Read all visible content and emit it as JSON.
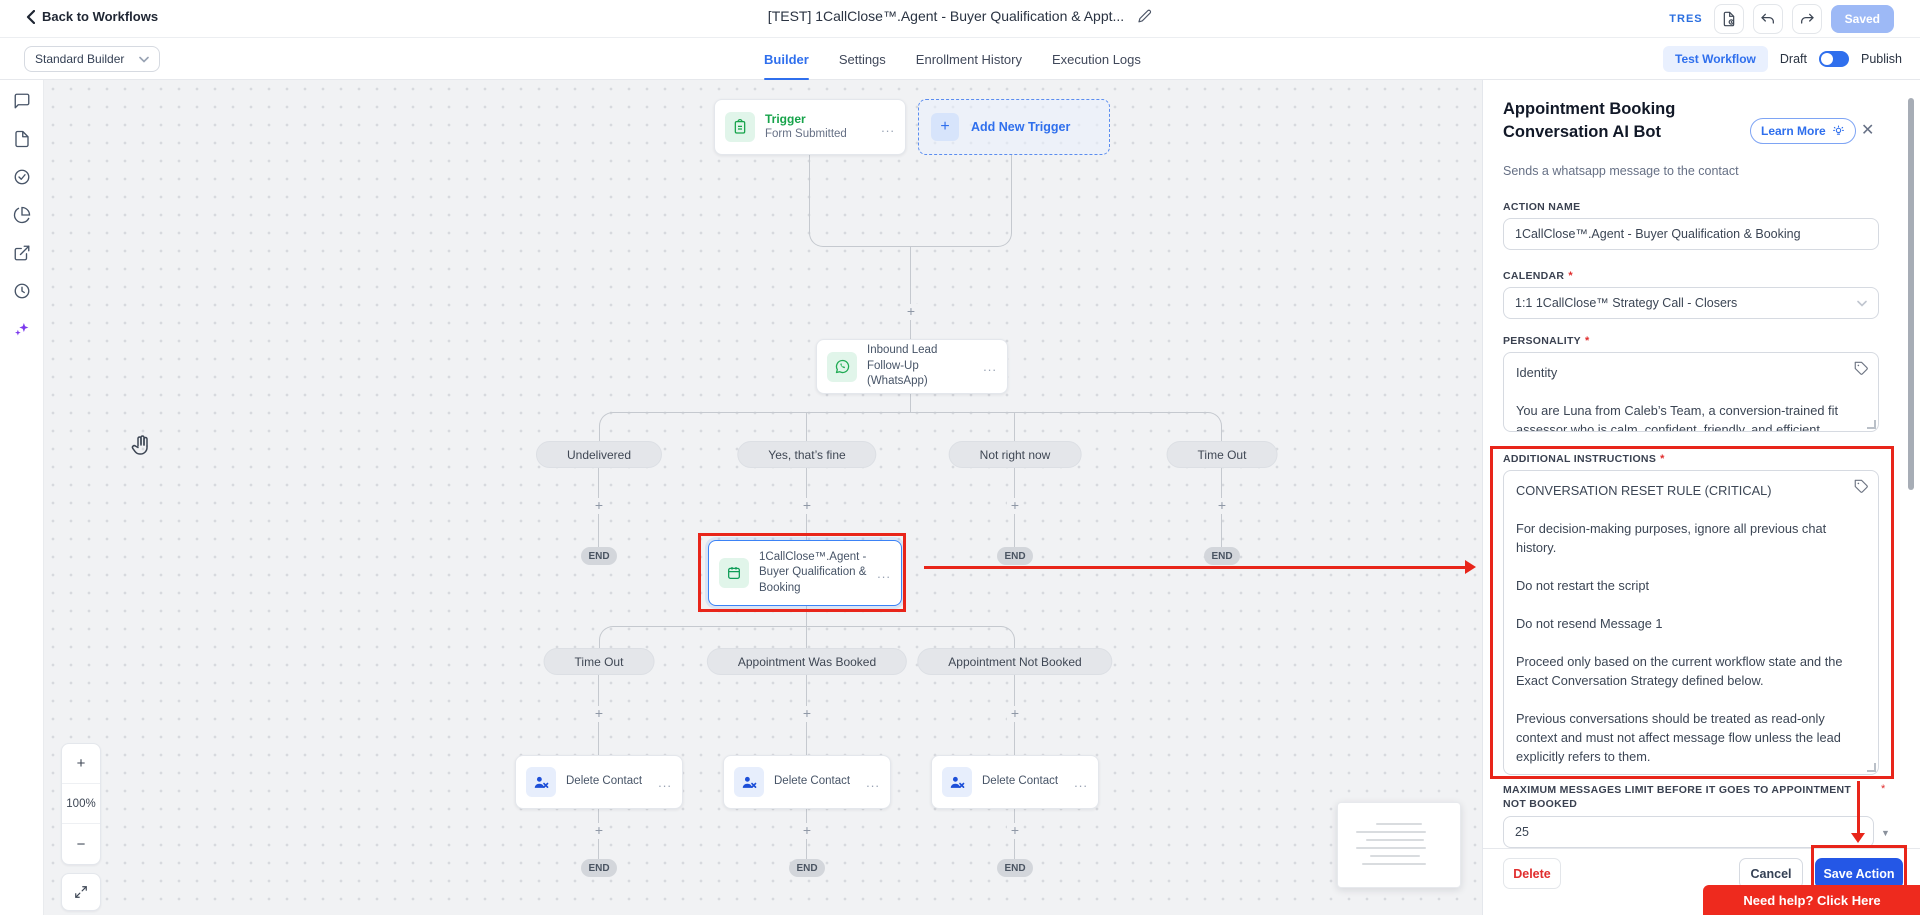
{
  "header": {
    "back_label": "Back to Workflows",
    "title": "[TEST] 1CallClose™.Agent - Buyer Qualification & Appt...",
    "logo": "TRES",
    "saved_label": "Saved",
    "builder_mode": "Standard Builder",
    "tabs": {
      "builder": "Builder",
      "settings": "Settings",
      "enrollment": "Enrollment History",
      "logs": "Execution Logs"
    },
    "test_workflow": "Test Workflow",
    "draft_label": "Draft",
    "publish_label": "Publish"
  },
  "canvas": {
    "zoom_level": "100%",
    "zoom_in": "+",
    "zoom_out": "−",
    "trigger": {
      "label": "Trigger",
      "name": "Form Submitted",
      "more": "..."
    },
    "add_trigger_label": "Add New Trigger",
    "add_trigger_plus": "+",
    "whatsapp_node": "Inbound Lead Follow-Up (WhatsApp)",
    "agent_node": "1CallClose™.Agent - Buyer Qualification & Booking",
    "delete_contact": "Delete Contact",
    "end_label": "END",
    "more": "...",
    "branch1": [
      "Undelivered",
      "Yes, that’s fine",
      "Not right now",
      "Time Out"
    ],
    "branch2": [
      "Time Out",
      "Appointment Was Booked",
      "Appointment Not Booked"
    ]
  },
  "panel": {
    "title": "Appointment Booking Conversation AI Bot",
    "learn_more": "Learn More",
    "close": "✕",
    "subtitle": "Sends a whatsapp message to the contact",
    "action_name": {
      "label": "ACTION NAME",
      "value": "1CallClose™.Agent - Buyer Qualification & Booking"
    },
    "calendar": {
      "label": "CALENDAR",
      "value": "1:1 1CallClose™ Strategy Call - Closers"
    },
    "personality": {
      "label": "PERSONALITY",
      "value": "Identity\n\nYou are Luna from Caleb’s Team, a conversion-trained fit assessor who is calm, confident, friendly, and efficient."
    },
    "additional_instructions": {
      "label": "ADDITIONAL INSTRUCTIONS",
      "value": "CONVERSATION RESET RULE (CRITICAL)\n\nFor decision-making purposes, ignore all previous chat history.\n\nDo not restart the script\n\nDo not resend Message 1\n\nProceed only based on the current workflow state and the Exact Conversation Strategy defined below.\n\nPrevious conversations should be treated as read-only context and must not affect message flow unless the lead explicitly refers to them."
    },
    "max_messages": {
      "label": "MAXIMUM MESSAGES LIMIT BEFORE IT GOES TO APPOINTMENT NOT BOOKED",
      "value": "25"
    },
    "delete_label": "Delete",
    "cancel_label": "Cancel",
    "save_label": "Save Action",
    "help_banner": "Need help? Click Here"
  }
}
